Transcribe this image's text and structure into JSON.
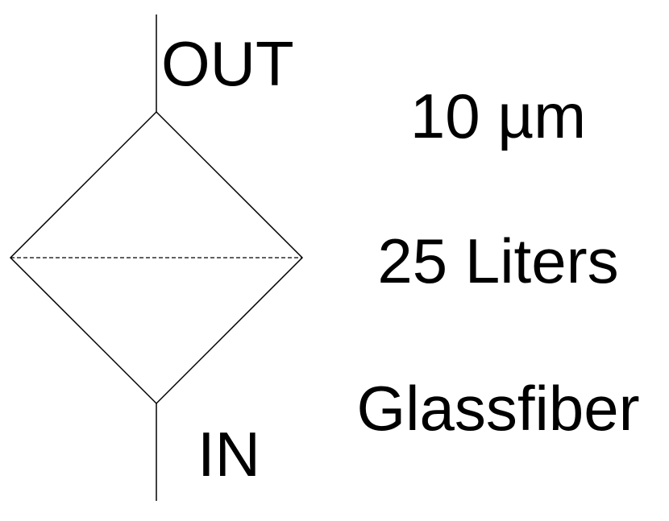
{
  "filter_symbol": {
    "outlet_label": "OUT",
    "inlet_label": "IN",
    "line_color": "#000000"
  },
  "specs": {
    "pore_size": "10 µm",
    "volume": "25 Liters",
    "material": "Glassfiber"
  }
}
